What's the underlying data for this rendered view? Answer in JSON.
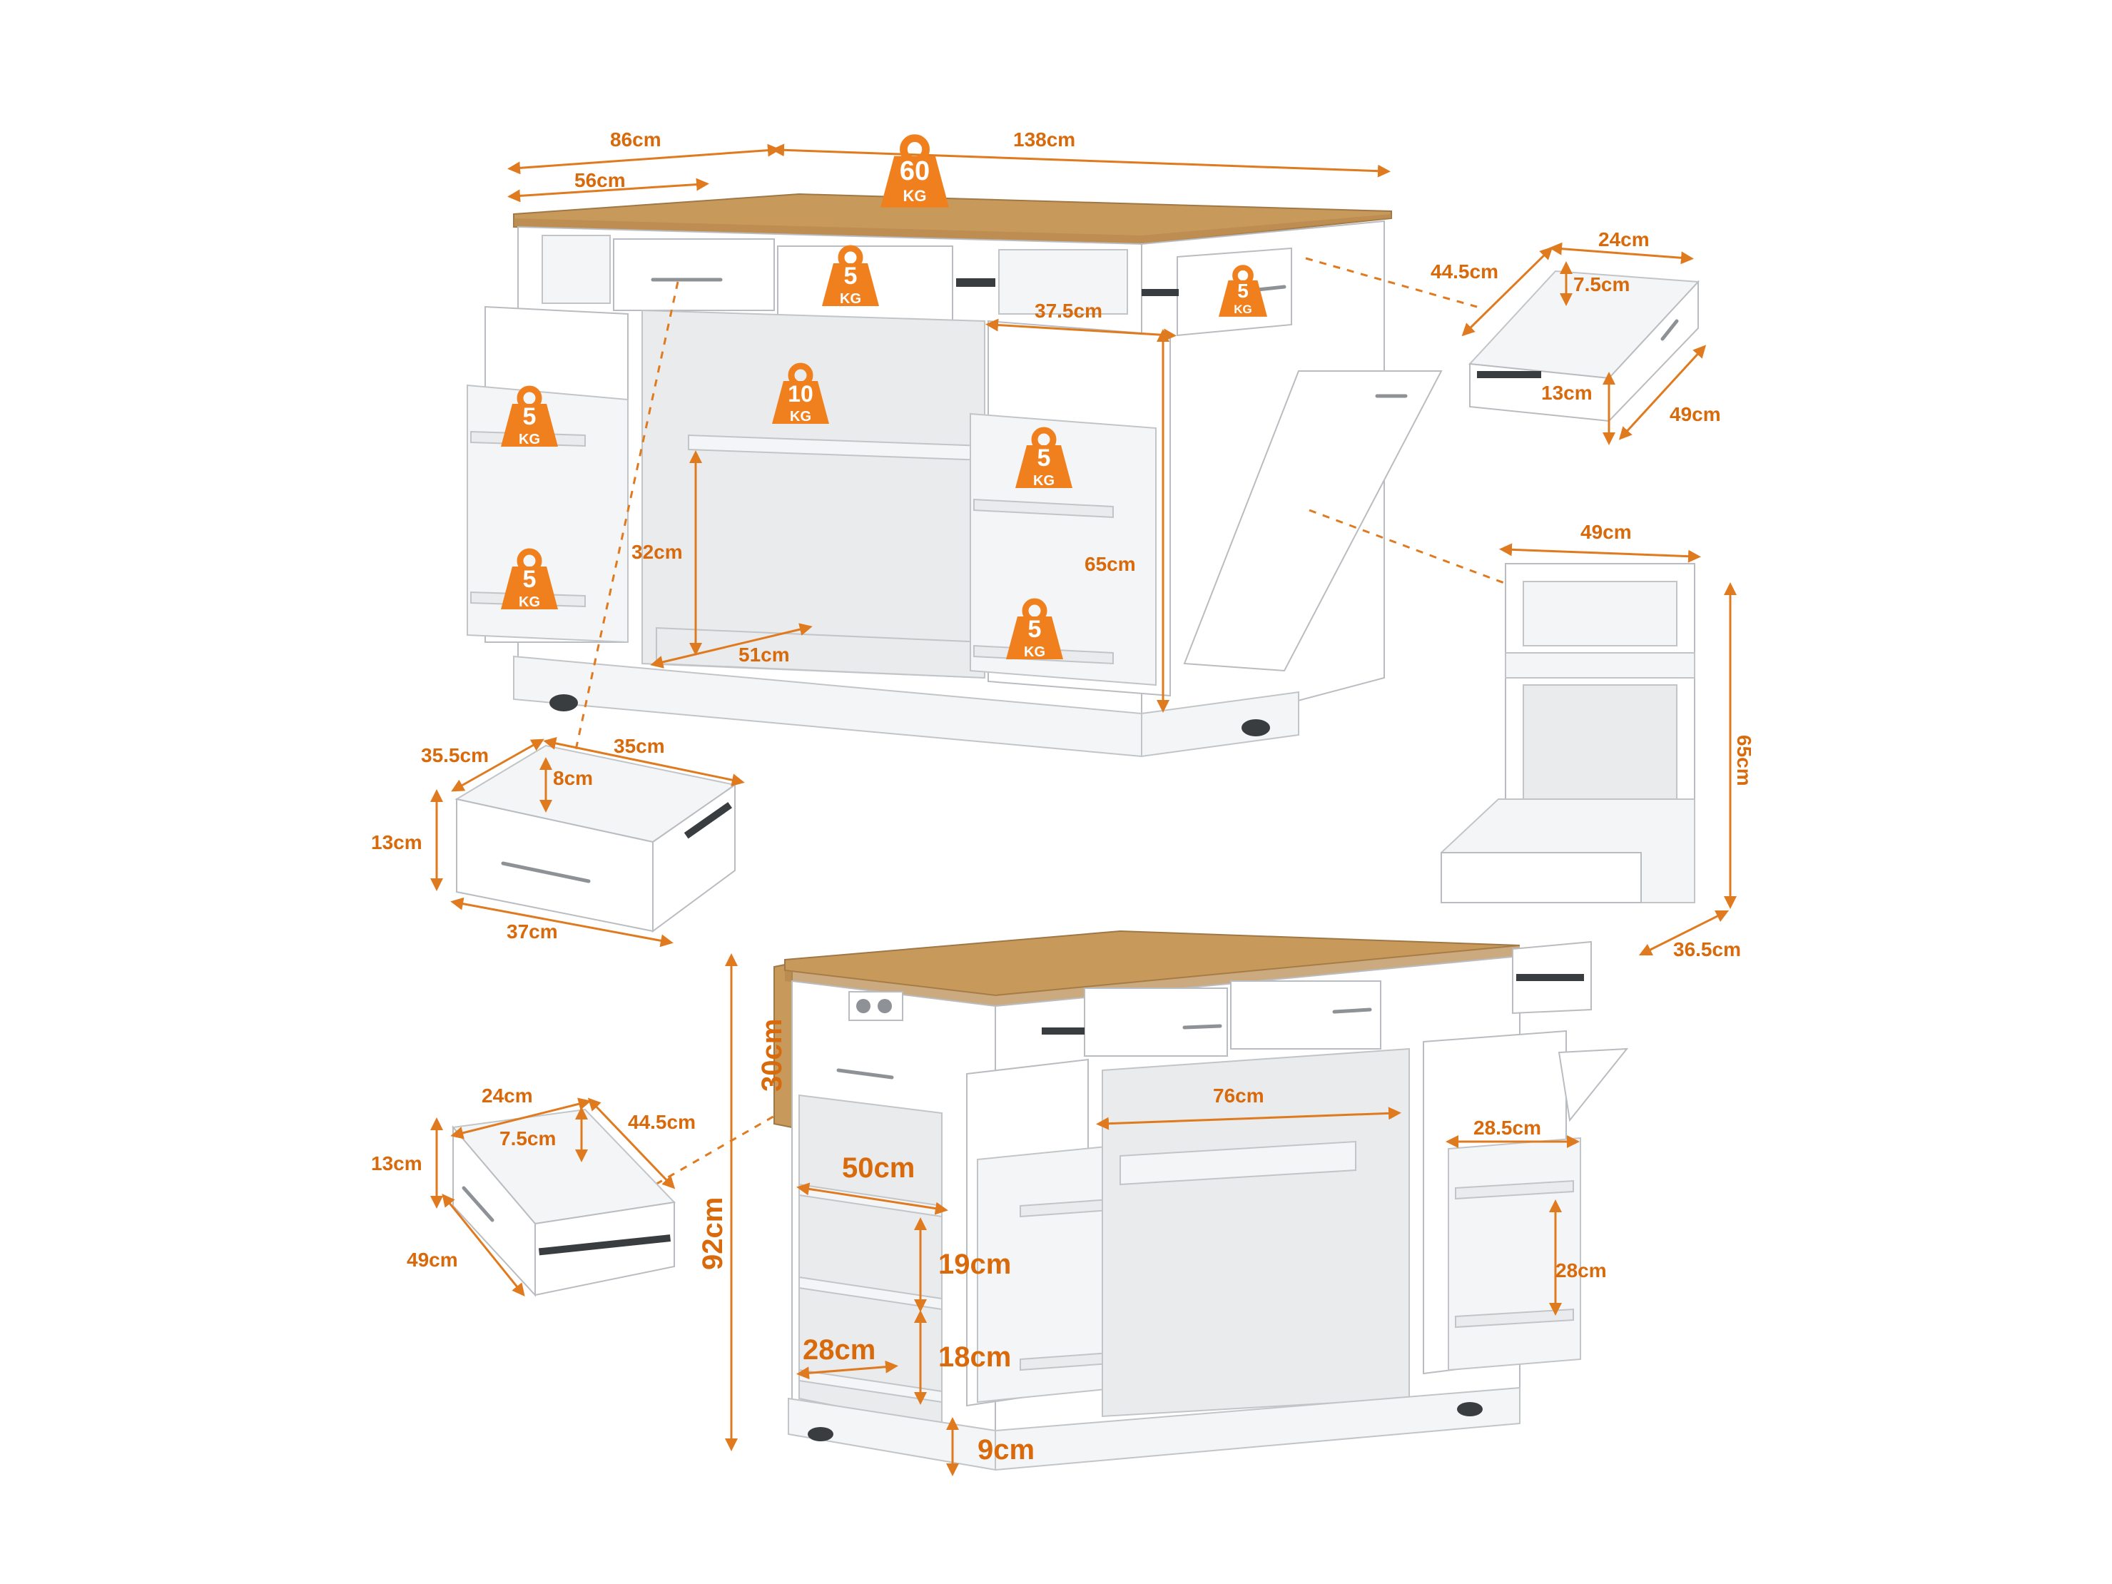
{
  "weights": {
    "top": {
      "value": "60",
      "unit": "KG"
    },
    "drawer_mid": {
      "value": "5",
      "unit": "KG"
    },
    "drawer_right": {
      "value": "5",
      "unit": "KG"
    },
    "shelf_mid": {
      "value": "10",
      "unit": "KG"
    },
    "door_left_top": {
      "value": "5",
      "unit": "KG"
    },
    "door_left_bottom": {
      "value": "5",
      "unit": "KG"
    },
    "door_right_top": {
      "value": "5",
      "unit": "KG"
    },
    "door_right_bottom": {
      "value": "5",
      "unit": "KG"
    }
  },
  "top_view": {
    "width_86": "86cm",
    "width_56": "56cm",
    "length_138": "138cm",
    "inner_37_5": "37.5cm",
    "shelf_height_32": "32cm",
    "shelf_depth_51": "51cm",
    "door_height_65": "65cm"
  },
  "small_drawer_top": {
    "width": "24cm",
    "depth": "44.5cm",
    "inner_height": "7.5cm",
    "height": "13cm",
    "length": "49cm"
  },
  "trash_door": {
    "width": "49cm",
    "height": "65cm",
    "depth": "36.5cm"
  },
  "big_drawer": {
    "depth": "35.5cm",
    "width": "35cm",
    "inner_height": "8cm",
    "height": "13cm",
    "length": "37cm"
  },
  "small_drawer_bottom": {
    "width": "24cm",
    "inner_height": "7.5cm",
    "depth": "44.5cm",
    "height": "13cm",
    "length": "49cm"
  },
  "bottom_view": {
    "leaf": "30cm",
    "total_height": "92cm",
    "shelf_width_50": "50cm",
    "shelf_gap_19": "19cm",
    "shelf_depth_28": "28cm",
    "shelf_gap_18": "18cm",
    "clearance_9": "9cm",
    "opening_76": "76cm",
    "door_shelf_28_5": "28.5cm",
    "door_gap_28": "28cm"
  },
  "colors": {
    "accent": "#e07a1f",
    "label": "#d96a0b",
    "wood": "#c79a5c",
    "cabinet": "#ffffff"
  }
}
